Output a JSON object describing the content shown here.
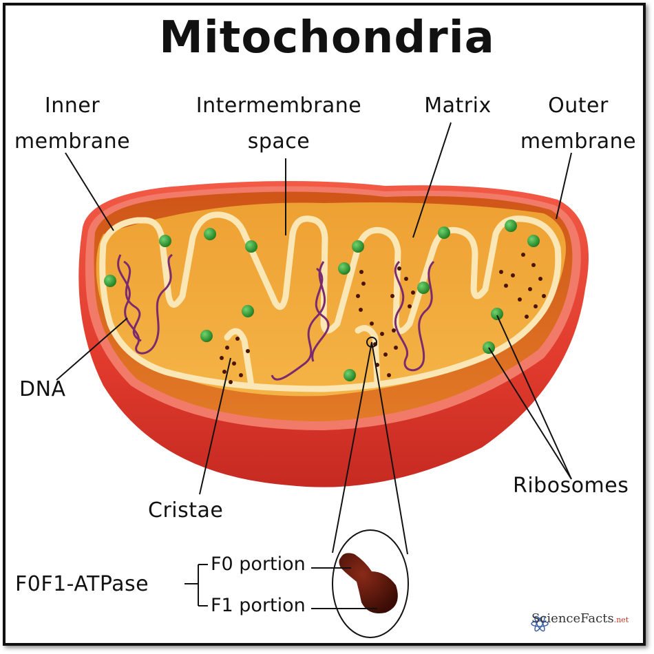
{
  "title": "Mitochondria",
  "labels": {
    "inner_membrane": [
      "Inner",
      "membrane"
    ],
    "intermembrane_space": [
      "Intermembrane",
      "space"
    ],
    "matrix": "Matrix",
    "outer_membrane": [
      "Outer",
      "membrane"
    ],
    "dna": "DNA",
    "cristae": "Cristae",
    "ribosomes": "Ribosomes",
    "atpase": "F0F1-ATPase",
    "f0_portion": "F0 portion",
    "f1_portion": "F1 portion"
  },
  "logo": {
    "main": "ScienceFacts",
    "suffix": ".net"
  },
  "colors": {
    "outer_red": "#e03a2c",
    "outer_rim": "#f06a5a",
    "intermembrane": "#d9641e",
    "matrix": "#f0a83a",
    "inner_membrane": "#fbe7b5",
    "dna": "#7b2a6e",
    "ribosome_green": "#2f9a2f",
    "granule": "#4a1408",
    "atpase": "#5a150b"
  }
}
